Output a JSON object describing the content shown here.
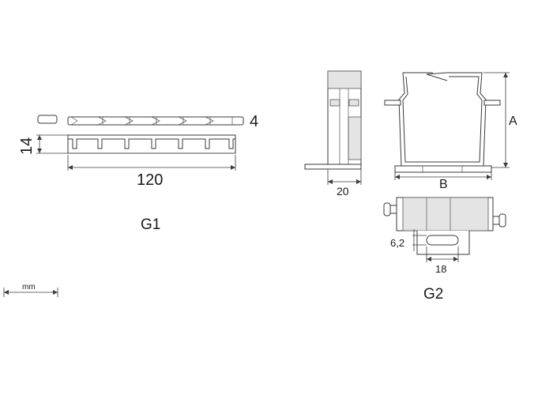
{
  "labels": {
    "g1": {
      "dim_thickness": "4",
      "dim_height": "14",
      "dim_length": "120",
      "group": "G1"
    },
    "g2": {
      "dim_a": "A",
      "dim_b": "B",
      "dim_width": "20",
      "dim_slot_h": "6,2",
      "dim_slot_w": "18",
      "group": "G2"
    },
    "scale_unit": "mm"
  },
  "colors": {
    "line": "#3a3a3a",
    "shade": "#e4e4e4"
  }
}
